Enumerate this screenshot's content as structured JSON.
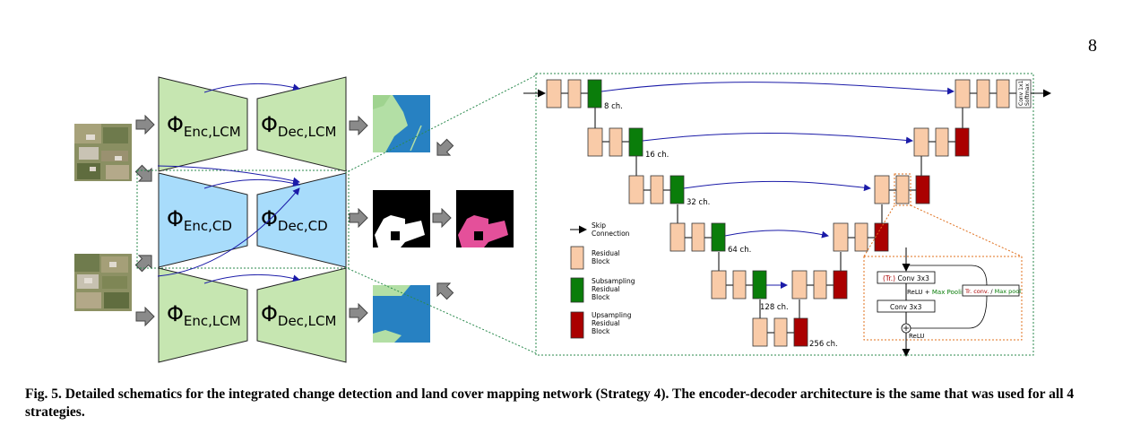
{
  "page": {
    "number": "8"
  },
  "overview": {
    "lcm_encoder": {
      "phi": "Φ",
      "sub": "Enc,LCM"
    },
    "lcm_decoder": {
      "phi": "Φ",
      "sub": "Dec,LCM"
    },
    "cd_encoder": {
      "phi": "Φ",
      "sub": "Enc,CD"
    },
    "cd_decoder": {
      "phi": "Φ",
      "sub": "Dec,CD"
    }
  },
  "unet": {
    "channel_labels": [
      "8 ch.",
      "16 ch.",
      "32 ch.",
      "64 ch.",
      "128 ch.",
      "256 ch."
    ],
    "final_layer": {
      "line1": "Conv 1x1",
      "line2": "Softmax"
    }
  },
  "legend": {
    "skip": [
      "Skip",
      "Connection"
    ],
    "residual": [
      "Residual",
      "Block"
    ],
    "subsampling": [
      "Subsampling",
      "Residual",
      "Block"
    ],
    "upsampling": [
      "Upsampling",
      "Residual",
      "Block"
    ]
  },
  "block_detail": {
    "conv_top_prefix": "(Tr.)",
    "conv_top_main": " Conv 3x3",
    "relu_mid": "ReLU + ",
    "max_pooling": "Max Pooling",
    "side_tr_conv": "Tr. conv.",
    "side_sep": " / ",
    "side_max_pool": "Max pool",
    "conv_bottom": "Conv 3x3",
    "relu_out": "ReLU"
  },
  "colors": {
    "lcm_green": "#c6e6b1",
    "cd_blue": "#a8dcfb",
    "residual_peach": "#f9cba8",
    "subsample_green": "#0a7d0a",
    "upsample_red": "#aa0000",
    "skip_blue": "#1b1ba8",
    "water_blue": "#2781c2",
    "change_pink": "#e4509a",
    "dashed_green": "#2b8a4e",
    "dashed_orange": "#e0701e"
  },
  "caption": {
    "label": "Fig. 5.",
    "text": " Detailed schematics for the integrated change detection and land cover mapping network (Strategy 4).  The encoder-decoder architecture is the same that was used for all 4 strategies."
  }
}
